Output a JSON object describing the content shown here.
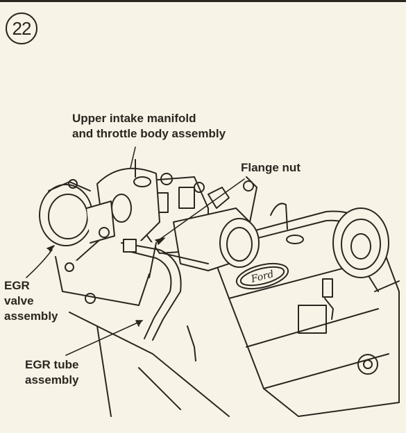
{
  "figure": {
    "number": "22"
  },
  "callouts": {
    "manifold": {
      "line1": "Upper intake manifold",
      "line2": "and throttle body assembly"
    },
    "flange_nut": {
      "text": "Flange nut"
    },
    "egr_valve": {
      "line1": "EGR",
      "line2": "valve",
      "line3": "assembly"
    },
    "egr_tube": {
      "line1": "EGR tube",
      "line2": "assembly"
    }
  },
  "engine": {
    "badge_text": "Ford"
  },
  "colors": {
    "ink": "#2a2620",
    "paper": "#f7f3e6"
  }
}
